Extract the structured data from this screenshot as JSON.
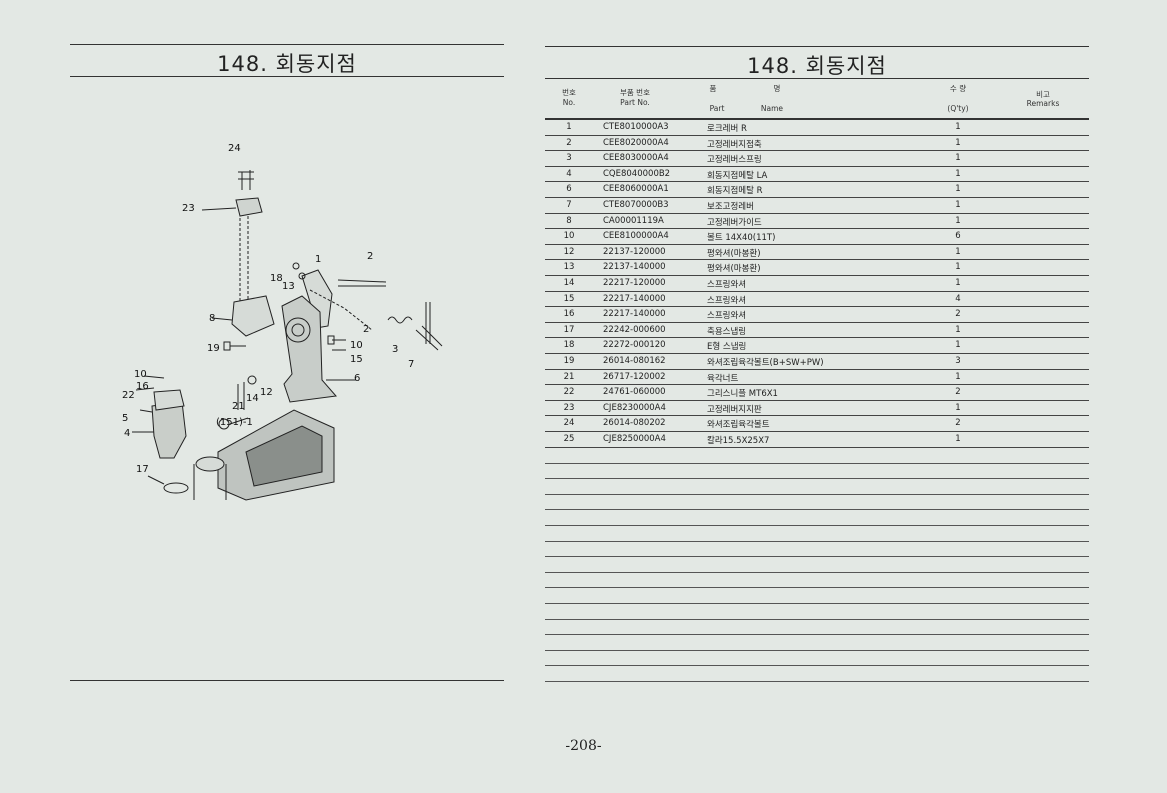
{
  "left_page": {
    "title": "148. 회동지점",
    "callouts": [
      {
        "id": "c24",
        "text": "24"
      },
      {
        "id": "c23",
        "text": "23"
      },
      {
        "id": "c1",
        "text": "1"
      },
      {
        "id": "c2a",
        "text": "2"
      },
      {
        "id": "c18",
        "text": "18"
      },
      {
        "id": "c13",
        "text": "13"
      },
      {
        "id": "c8",
        "text": "8"
      },
      {
        "id": "c2b",
        "text": "2"
      },
      {
        "id": "c19",
        "text": "19"
      },
      {
        "id": "c10a",
        "text": "10"
      },
      {
        "id": "c3",
        "text": "3"
      },
      {
        "id": "c15",
        "text": "15"
      },
      {
        "id": "c7",
        "text": "7"
      },
      {
        "id": "c10b",
        "text": "10"
      },
      {
        "id": "c16",
        "text": "16"
      },
      {
        "id": "c6",
        "text": "6"
      },
      {
        "id": "c22",
        "text": "22"
      },
      {
        "id": "c14",
        "text": "14"
      },
      {
        "id": "c12",
        "text": "12"
      },
      {
        "id": "c5",
        "text": "5"
      },
      {
        "id": "c21",
        "text": "21"
      },
      {
        "id": "c151",
        "text": "(151)-1"
      },
      {
        "id": "c4",
        "text": "4"
      },
      {
        "id": "c17",
        "text": "17"
      }
    ]
  },
  "right_page": {
    "title": "148. 회동지점",
    "headers": {
      "no_ko": "번호",
      "no_en": "No.",
      "part_ko": "부품 번호",
      "part_en": "Part No.",
      "name_ko1": "품",
      "name_ko2": "명",
      "name_en1": "Part",
      "name_en2": "Name",
      "qty_ko": "수 량",
      "qty_en": "(Q'ty)",
      "rem_ko": "비고",
      "rem_en": "Remarks"
    },
    "rows": [
      {
        "no": "1",
        "part": "CTE8010000A3",
        "name": "로크레버 R",
        "qty": "1"
      },
      {
        "no": "2",
        "part": "CEE8020000A4",
        "name": "고정레버지점축",
        "qty": "1"
      },
      {
        "no": "3",
        "part": "CEE8030000A4",
        "name": "고정레버스프링",
        "qty": "1"
      },
      {
        "no": "4",
        "part": "CQE8040000B2",
        "name": "회동지점메탈 LA",
        "qty": "1"
      },
      {
        "no": "6",
        "part": "CEE8060000A1",
        "name": "회동지점메탈 R",
        "qty": "1"
      },
      {
        "no": "7",
        "part": "CTE8070000B3",
        "name": "보조고정레버",
        "qty": "1"
      },
      {
        "no": "8",
        "part": "CA00001119A",
        "name": "고정레버가이드",
        "qty": "1"
      },
      {
        "no": "10",
        "part": "CEE8100000A4",
        "name": "볼트 14X40(11T)",
        "qty": "6"
      },
      {
        "no": "12",
        "part": "22137-120000",
        "name": "평와셔(마봉환)",
        "qty": "1"
      },
      {
        "no": "13",
        "part": "22137-140000",
        "name": "평와셔(마봉환)",
        "qty": "1"
      },
      {
        "no": "14",
        "part": "22217-120000",
        "name": "스프링와셔",
        "qty": "1"
      },
      {
        "no": "15",
        "part": "22217-140000",
        "name": "스프링와셔",
        "qty": "4"
      },
      {
        "no": "16",
        "part": "22217-140000",
        "name": "스프링와셔",
        "qty": "2"
      },
      {
        "no": "17",
        "part": "22242-000600",
        "name": "축용스냅링",
        "qty": "1"
      },
      {
        "no": "18",
        "part": "22272-000120",
        "name": "E형 스냅링",
        "qty": "1"
      },
      {
        "no": "19",
        "part": "26014-080162",
        "name": "와셔조립육각볼트(B+SW+PW)",
        "qty": "3"
      },
      {
        "no": "21",
        "part": "26717-120002",
        "name": "육각너트",
        "qty": "1"
      },
      {
        "no": "22",
        "part": "24761-060000",
        "name": "그리스니플 MT6X1",
        "qty": "2"
      },
      {
        "no": "23",
        "part": "CJE8230000A4",
        "name": "고정레버지지판",
        "qty": "1"
      },
      {
        "no": "24",
        "part": "26014-080202",
        "name": "와셔조립육각볼트",
        "qty": "2"
      },
      {
        "no": "25",
        "part": "CJE8250000A4",
        "name": "칼라15.5X25X7",
        "qty": "1"
      }
    ]
  },
  "page_number": "-208-"
}
